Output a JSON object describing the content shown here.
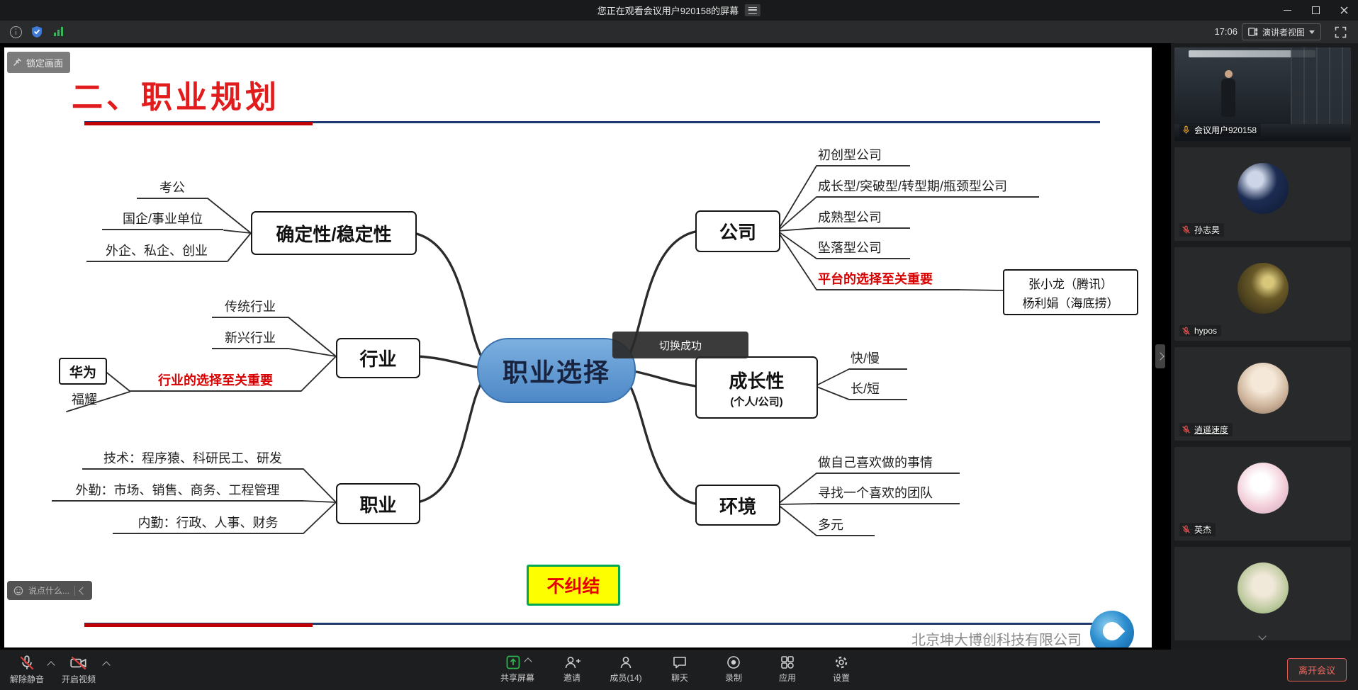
{
  "window": {
    "title": "您正在观看会议用户920158的屏幕"
  },
  "appbar": {
    "time": "17:06",
    "view_mode": "演讲者视图"
  },
  "overlays": {
    "pin_label": "锁定画面",
    "toast": "切换成功",
    "chat_placeholder": "说点什么..."
  },
  "slide": {
    "title": "二、职业规划",
    "center": "职业选择",
    "note": "不纠结",
    "company": "北京坤大博创科技有限公司",
    "left_branches": [
      {
        "label": "确定性/稳定性",
        "leaves": [
          "考公",
          "国企/事业单位",
          "外企、私企、创业"
        ]
      },
      {
        "label": "行业",
        "leaves": [
          "传统行业",
          "新兴行业"
        ],
        "highlight": "行业的选择至关重要",
        "examples": [
          "华为",
          "福耀"
        ]
      },
      {
        "label": "职业",
        "leaves": [
          "技术：程序猿、科研民工、研发",
          "外勤：市场、销售、商务、工程管理",
          "内勤：行政、人事、财务"
        ]
      }
    ],
    "right_branches": [
      {
        "label": "公司",
        "leaves": [
          "初创型公司",
          "成长型/突破型/转型期/瓶颈型公司",
          "成熟型公司",
          "坠落型公司"
        ],
        "highlight": "平台的选择至关重要",
        "examples": [
          "张小龙（腾讯）",
          "杨利娟（海底捞）"
        ]
      },
      {
        "label": "成长性",
        "sublabel": "(个人/公司)",
        "leaves": [
          "快/慢",
          "长/短"
        ]
      },
      {
        "label": "环境",
        "leaves": [
          "做自己喜欢做的事情",
          "寻找一个喜欢的团队",
          "多元"
        ]
      }
    ]
  },
  "sidebar": {
    "participants": [
      {
        "name": "会议用户920158"
      },
      {
        "name": "孙志昊"
      },
      {
        "name": "hypos"
      },
      {
        "name": "逍遥速度"
      },
      {
        "name": "英杰"
      },
      {
        "name": ""
      }
    ]
  },
  "bottom_bar": {
    "mute": "解除静音",
    "video": "开启视频",
    "share": "共享屏幕",
    "invite": "邀请",
    "members": "成员(14)",
    "chat": "聊天",
    "record": "录制",
    "apps": "应用",
    "settings": "设置",
    "leave": "离开会议"
  },
  "colors": {
    "accent_blue": "#4e88c7",
    "highlight_red": "#dd0000",
    "note_yellow": "#fdff00",
    "note_green": "#00a651",
    "share_green": "#2eb24c"
  }
}
